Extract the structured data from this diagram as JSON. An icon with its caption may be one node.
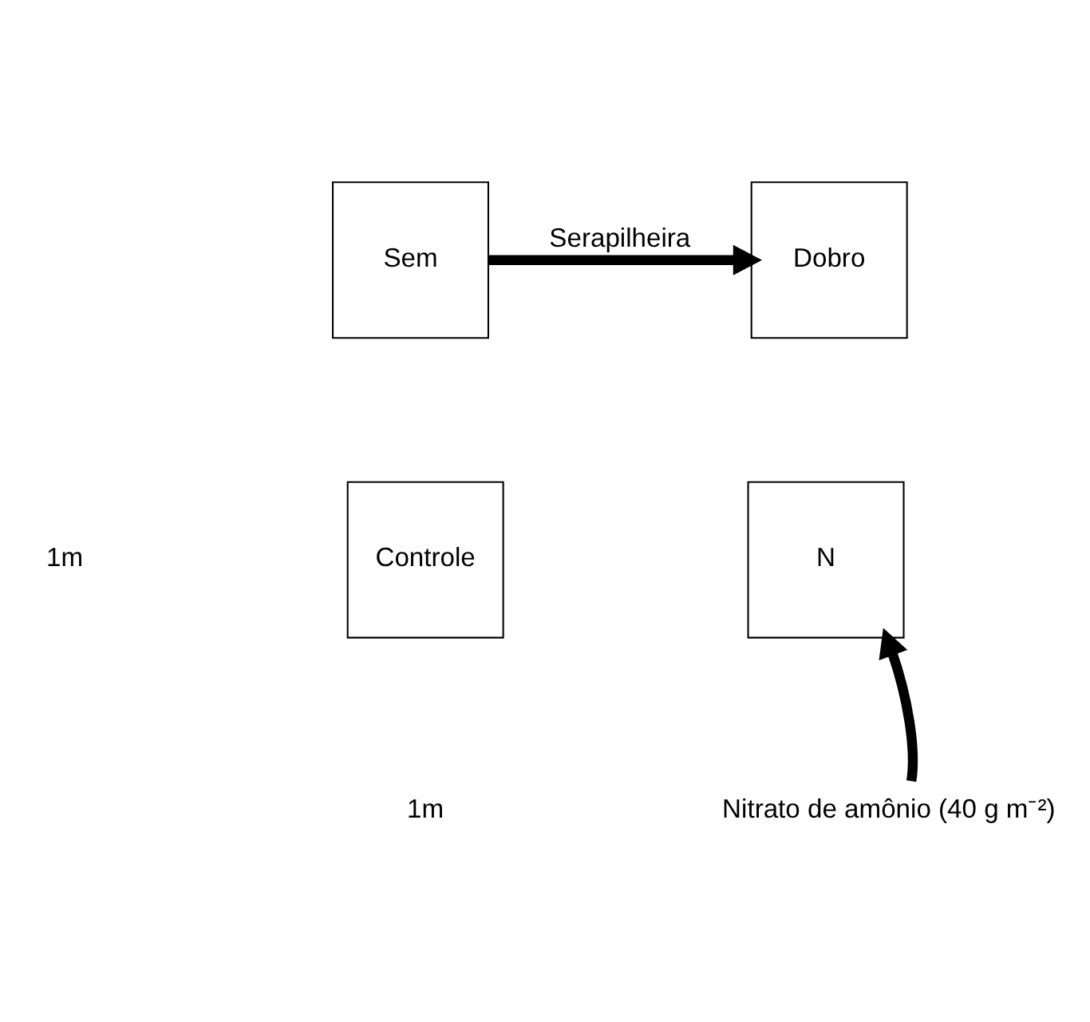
{
  "diagram": {
    "nodes": [
      {
        "text": [
          "Sem"
        ]
      },
      {
        "text": [
          "Dobro"
        ]
      },
      {
        "text": [
          "Controle"
        ]
      },
      {
        "text": [
          "N"
        ]
      },
      {
        "text": [
          "Nitrato de amônio (40 g m⁻²)"
        ]
      }
    ],
    "edges": [
      {
        "from": 0,
        "to": 1,
        "arrow": "to",
        "label": "Serapilheira"
      },
      {
        "from": 4,
        "to": 3,
        "arrow": "to"
      }
    ],
    "labels": [
      "1m",
      "1m"
    ]
  }
}
